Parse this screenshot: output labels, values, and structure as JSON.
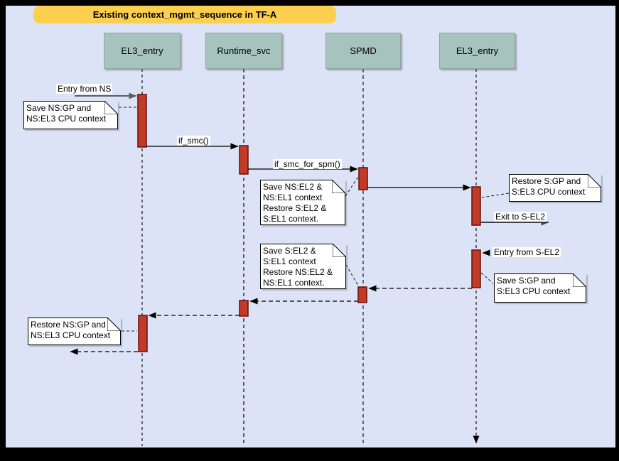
{
  "title": "Existing context_mgmt_sequence in TF-A",
  "colors": {
    "frame": "#000000",
    "background": "#dce3f7",
    "title_fill": "#fcd04e",
    "actor_fill": "#a6c3bd",
    "actor_border": "#8fa8a3",
    "activation_fill": "#c23b28",
    "activation_border": "#671107",
    "note_fill": "#ffffff",
    "line": "#000000",
    "gray_arrow": "#5e5e62",
    "dark_arrow": "#3f3f4a",
    "lifeline_dark": "#141414",
    "lifeline_mid": "#3a3a3a",
    "lifeline_gray": "#5f6b7a"
  },
  "actors": [
    {
      "label": "EL3_entry"
    },
    {
      "label": "Runtime_svc"
    },
    {
      "label": "SPMD"
    },
    {
      "label": "EL3_entry"
    }
  ],
  "messages": [
    {
      "label": "Entry from NS"
    },
    {
      "label": "if_smc()"
    },
    {
      "label": "if_smc_for_spm()"
    },
    {
      "label": "Exit to S-EL2"
    },
    {
      "label": "Entry from S-EL2"
    }
  ],
  "notes": [
    {
      "text": "Save NS:GP and\nNS:EL3 CPU context"
    },
    {
      "text": "Save NS:EL2 &\nNS:EL1 context\nRestore S:EL2 &\nS:EL1 context."
    },
    {
      "text": "Restore S:GP and\nS:EL3 CPU context"
    },
    {
      "text": "Save S:EL2 &\nS:EL1 context\nRestore NS:EL2 &\nNS:EL1 context."
    },
    {
      "text": "Save S:GP and\nS:EL3 CPU context"
    },
    {
      "text": "Restore NS:GP and\nNS:EL3 CPU context"
    }
  ]
}
